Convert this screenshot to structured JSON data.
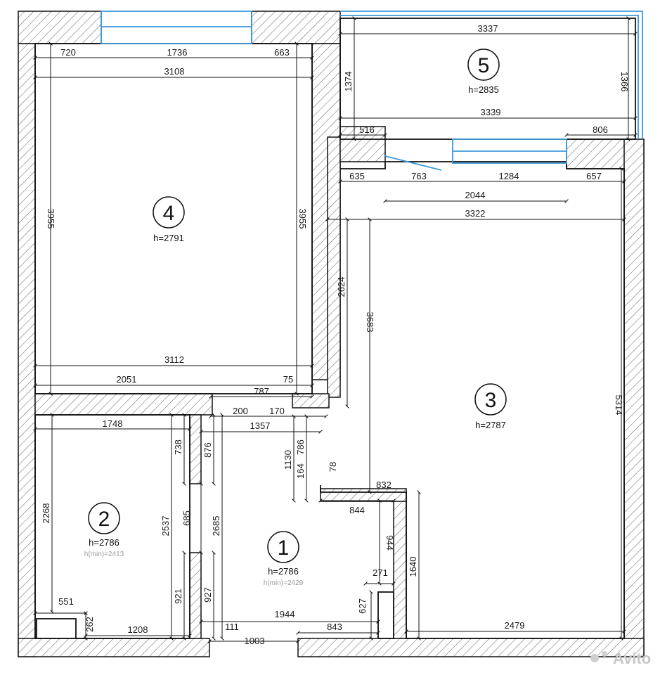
{
  "colors": {
    "wall_hatch": "#555555",
    "window": "#3b9ad9",
    "line": "#111111"
  },
  "rooms": [
    {
      "number": "1",
      "height": "h=2786",
      "height_min": "h(min)=2429"
    },
    {
      "number": "2",
      "height": "h=2786",
      "height_min": "h(min)=2413"
    },
    {
      "number": "3",
      "height": "h=2787"
    },
    {
      "number": "4",
      "height": "h=2791"
    },
    {
      "number": "5",
      "height": "h=2835"
    }
  ],
  "dimensions": {
    "r4_top_720": "720",
    "r4_top_1736": "1736",
    "r4_top_663": "663",
    "r4_top_3108": "3108",
    "r4_left_3955": "3955",
    "r4_right_3955": "3955",
    "r4_bottom_3112": "3112",
    "r4_bottom_2051": "2051",
    "r4_bottom_75": "75",
    "r5_top_3337": "3337",
    "r5_left_1374": "1374",
    "r5_right_1366": "1366",
    "r5_bottom_3339": "3339",
    "r5_516": "516",
    "r5_806": "806",
    "r3_635": "635",
    "r3_763": "763",
    "r3_1284": "1284",
    "r3_657": "657",
    "r3_2044": "2044",
    "r3_3322": "3322",
    "r3_2624": "2624",
    "r3_3683": "3683",
    "r3_5314": "5314",
    "r3_1640": "1640",
    "r3_2479": "2479",
    "r3_832": "832",
    "c_787": "787",
    "c_200": "200",
    "c_170": "170",
    "c_1357": "1357",
    "c_1130": "1130",
    "c_786": "786",
    "c_164": "164",
    "c_78": "78",
    "c_844": "844",
    "c_944": "944",
    "c_271": "271",
    "c_627": "627",
    "c_1944": "1944",
    "c_843": "843",
    "c_111": "111",
    "c_1003": "1003",
    "c_876": "876",
    "c_2685": "2685",
    "c_927": "927",
    "c_685": "685",
    "r2_1748": "1748",
    "r2_738": "738",
    "r2_2268": "2268",
    "r2_2537": "2537",
    "r2_921": "921",
    "r2_551": "551",
    "r2_262": "262",
    "r2_1208": "1208"
  },
  "watermark": "Avito"
}
